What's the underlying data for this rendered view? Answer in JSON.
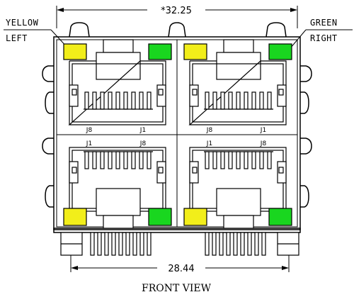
{
  "dimensions": {
    "top_width": "*32.25",
    "bottom_width": "28.44"
  },
  "side_labels": {
    "left_color": "YELLOW",
    "left_side": "LEFT",
    "right_color": "GREEN",
    "right_side": "RIGHT"
  },
  "ports": [
    {
      "pin_left": "J8",
      "pin_right": "J1"
    },
    {
      "pin_left": "J8",
      "pin_right": "J1"
    },
    {
      "pin_left": "J1",
      "pin_right": "J8"
    },
    {
      "pin_left": "J1",
      "pin_right": "J8"
    }
  ],
  "view_title": "FRONT VIEW",
  "colors": {
    "led_yellow": "#f2ee1a",
    "led_green": "#19d61f",
    "line": "#000000"
  }
}
